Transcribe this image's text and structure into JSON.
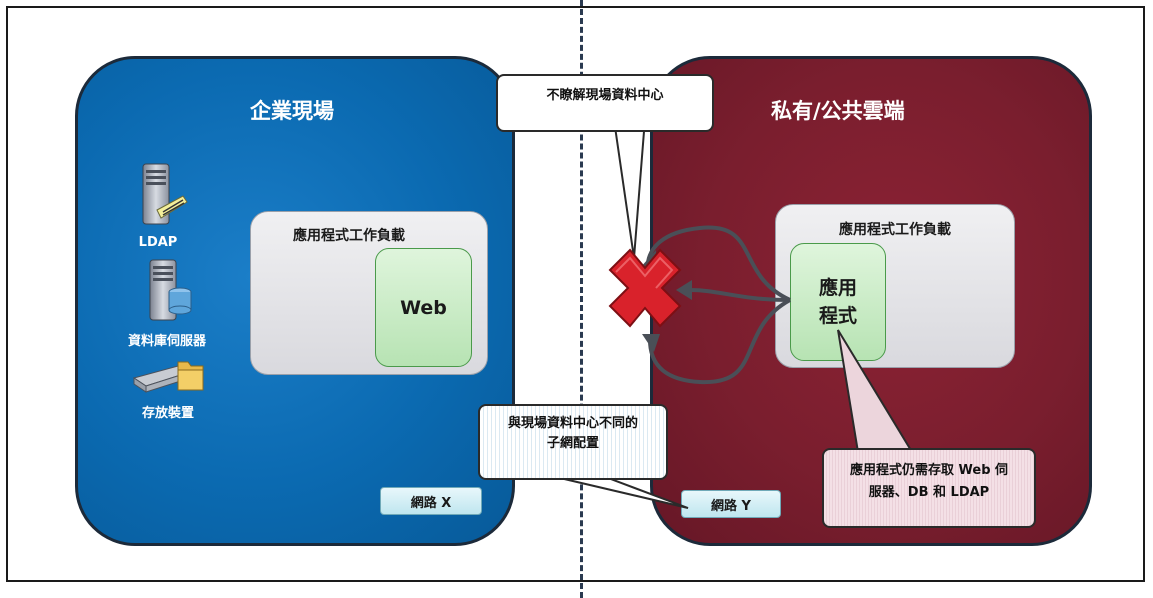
{
  "left_zone": {
    "title": "企業現場",
    "workload_title": "應用程式工作負載",
    "web_label": "Web",
    "resources": [
      {
        "label": "LDAP",
        "icon": "ldap-server-icon"
      },
      {
        "label": "資料庫伺服器",
        "icon": "database-server-icon"
      },
      {
        "label": "存放裝置",
        "icon": "storage-device-icon"
      }
    ],
    "network_label": "網路 X"
  },
  "right_zone": {
    "title": "私有/公共雲端",
    "workload_title": "應用程式工作負載",
    "app_label_line1": "應用",
    "app_label_line2": "程式",
    "network_label": "網路 Y"
  },
  "callouts": {
    "top": "不瞭解現場資料中心",
    "middle_line1": "與現場資料中心不同的",
    "middle_line2": "子網配置",
    "bottom_right_line1": "應用程式仍需存取 Web 伺",
    "bottom_right_line2": "服器、DB 和 LDAP"
  },
  "icons": {
    "blocked": "red-x-icon",
    "arrows": "curved-arrow-icon"
  },
  "colors": {
    "on_prem": "#0b6ab1",
    "cloud": "#7a1e2e",
    "workload_box": "#d9d9de",
    "app_box": "#b7e3b3",
    "network_badge": "#bfe6ef",
    "blocked_x": "#d9222b"
  }
}
